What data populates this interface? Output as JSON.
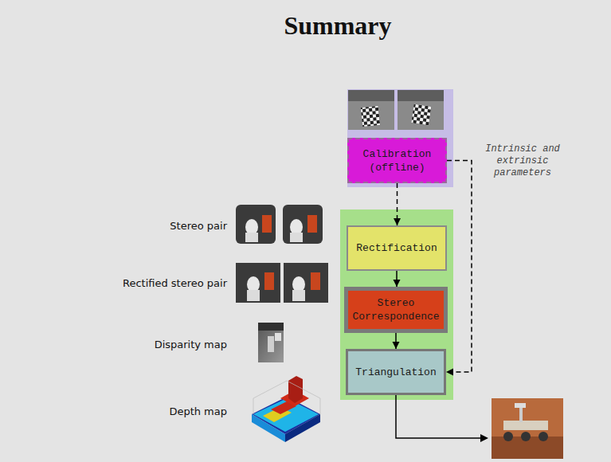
{
  "diagram": {
    "title": "Summary",
    "nodes": [
      {
        "text": [
          "Calibration (offline)"
        ]
      },
      {
        "text": [
          "Rectification"
        ]
      },
      {
        "text": [
          "Stereo Correspondence"
        ]
      },
      {
        "text": [
          "Triangulation"
        ]
      }
    ],
    "edges": [
      {
        "from": 0,
        "to": 1,
        "arrow": "to"
      },
      {
        "from": 0,
        "to": 3,
        "label": "Intrinsic and extrinsic parameters",
        "arrow": "to"
      },
      {
        "from": 1,
        "to": 2,
        "arrow": "to"
      },
      {
        "from": 2,
        "to": 3,
        "arrow": "to"
      }
    ],
    "labels": [
      "Stereo pair",
      "Rectified stereo pair",
      "Disparity map",
      "Depth map"
    ]
  }
}
